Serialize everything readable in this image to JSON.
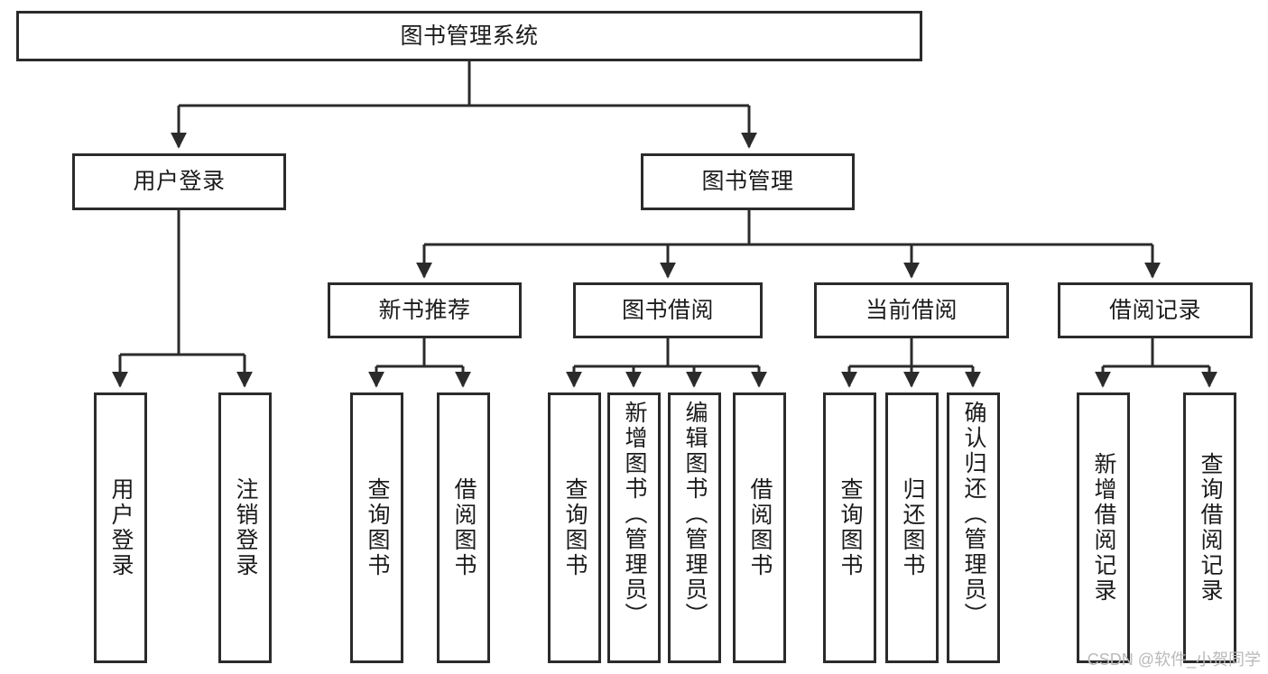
{
  "diagram": {
    "type": "tree",
    "title": "图书管理系统",
    "orientation": "top-down",
    "colors": {
      "box_border": "#2b2b2b",
      "box_fill": "#ffffff",
      "edge": "#2b2b2b",
      "text": "#1b1b1b",
      "watermark": "#b9b9b9",
      "background": "#ffffff"
    },
    "root": {
      "label": "图书管理系统"
    },
    "level2": [
      {
        "label": "用户登录"
      },
      {
        "label": "图书管理"
      }
    ],
    "level3": [
      {
        "label": "新书推荐"
      },
      {
        "label": "图书借阅"
      },
      {
        "label": "当前借阅"
      },
      {
        "label": "借阅记录"
      }
    ],
    "leaves": {
      "user_login": [
        {
          "label": "用户登录"
        },
        {
          "label": "注销登录"
        }
      ],
      "new_book_recommend": [
        {
          "label": "查询图书"
        },
        {
          "label": "借阅图书"
        }
      ],
      "book_borrow": [
        {
          "label": "查询图书"
        },
        {
          "label": "新增图书（管理员）"
        },
        {
          "label": "编辑图书（管理员）"
        },
        {
          "label": "借阅图书"
        }
      ],
      "current_borrow": [
        {
          "label": "查询图书"
        },
        {
          "label": "归还图书"
        },
        {
          "label": "确认归还（管理员）"
        }
      ],
      "borrow_record": [
        {
          "label": "新增借阅记录"
        },
        {
          "label": "查询借阅记录"
        }
      ]
    }
  },
  "watermark": {
    "text": "CSDN @软件_小贺同学"
  }
}
